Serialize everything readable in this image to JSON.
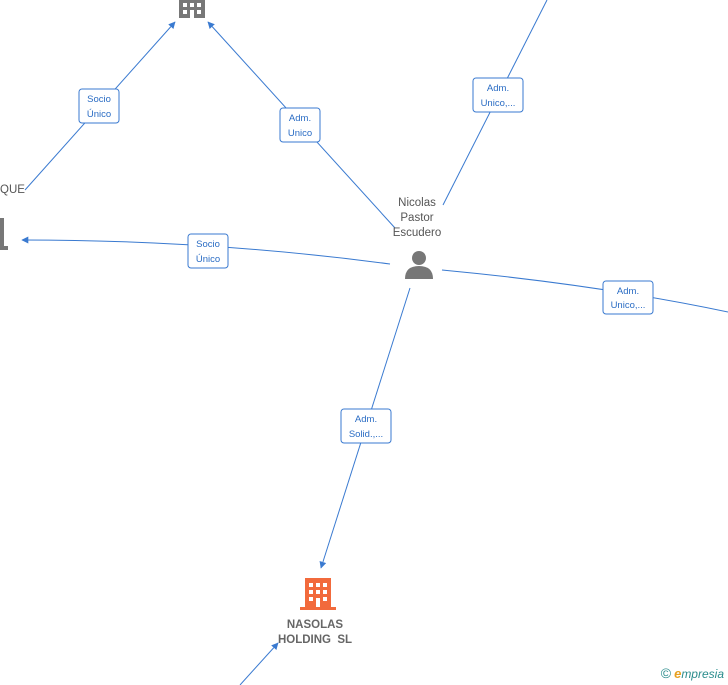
{
  "nodes": {
    "person": {
      "name_lines": [
        "Nicolas",
        "Pastor",
        "Escudero"
      ],
      "icon": "person-icon"
    },
    "company_top": {
      "icon": "building-icon",
      "color": "#777777"
    },
    "company_left": {
      "partial_label": "QUE",
      "icon": "building-icon",
      "color": "#777777"
    },
    "company_main": {
      "name_lines": [
        "NASOLAS",
        "HOLDING  SL"
      ],
      "icon": "building-icon",
      "color": "#f26a3c"
    }
  },
  "edges": [
    {
      "id": "socio-top",
      "label_lines": [
        "Socio",
        "Único"
      ]
    },
    {
      "id": "adm-top",
      "label_lines": [
        "Adm.",
        "Unico"
      ]
    },
    {
      "id": "adm-upright",
      "label_lines": [
        "Adm.",
        "Unico,..."
      ]
    },
    {
      "id": "socio-left",
      "label_lines": [
        "Socio",
        "Único"
      ]
    },
    {
      "id": "adm-right",
      "label_lines": [
        "Adm.",
        "Unico,..."
      ]
    },
    {
      "id": "adm-main",
      "label_lines": [
        "Adm.",
        "Solid.,..."
      ]
    }
  ],
  "colors": {
    "edge": "#3a7ad0",
    "label_text": "#2a6cc4"
  },
  "footer": {
    "copyright_symbol": "©",
    "brand_first": "e",
    "brand_rest": "mpresia"
  }
}
